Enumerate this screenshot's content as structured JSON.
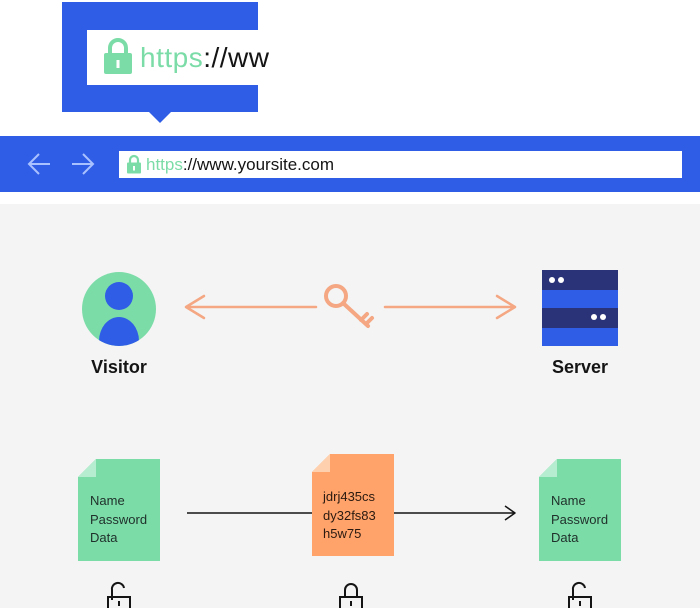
{
  "zoom": {
    "protocol": "https",
    "rest": "://ww"
  },
  "browser": {
    "url_protocol": "https",
    "url_rest": "://www.yoursite.com"
  },
  "diagram": {
    "visitor_label": "Visitor",
    "server_label": "Server",
    "plain_doc_left": "Name\nPassword\nData",
    "encrypted_doc": "jdrj435cs\ndy32fs83\nh5w75",
    "plain_doc_right": "Name\nPassword\nData"
  },
  "colors": {
    "brand_blue": "#2f5de6",
    "lock_green": "#7cdca8",
    "key_orange": "#f4a782",
    "encrypted_orange": "#ffa36b",
    "server_navy": "#2b3378"
  },
  "icons": [
    "lock-icon",
    "back-arrow-icon",
    "forward-arrow-icon",
    "user-icon",
    "key-icon",
    "server-icon",
    "document-icon",
    "open-lock-icon",
    "closed-lock-icon"
  ]
}
